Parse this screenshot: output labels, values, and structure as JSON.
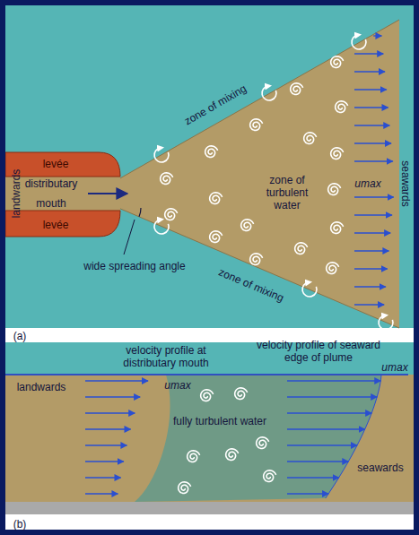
{
  "diagram": {
    "labels": [
      "landwards",
      "levée",
      "distributary mouth",
      "levée",
      "wide spreading angle",
      "zone of mixing",
      "zone of turbulent water",
      "zone of mixing",
      "umax",
      "seawards",
      "(a)",
      "landwards",
      "velocity profile at distributary mouth",
      "umax",
      "fully turbulent water",
      "velocity profile of seaward edge of plume",
      "umax",
      "seawards",
      "(b)"
    ]
  }
}
